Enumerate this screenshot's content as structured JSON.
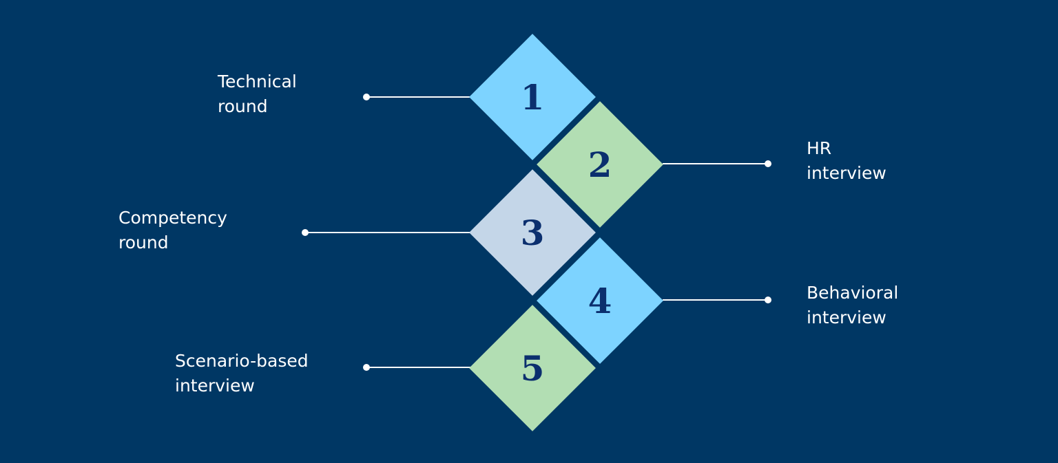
{
  "colors": {
    "background": "#003764",
    "light_blue": "#7dd3ff",
    "light_green": "#b2deb3",
    "grey_blue": "#c4d6e8",
    "number_text": "#0b2f6e",
    "line": "#ffffff"
  },
  "steps": [
    {
      "number": "1",
      "label_line1": "Technical",
      "label_line2": "round",
      "side": "left"
    },
    {
      "number": "2",
      "label_line1": "HR",
      "label_line2": "interview",
      "side": "right"
    },
    {
      "number": "3",
      "label_line1": "Competency",
      "label_line2": "round",
      "side": "left"
    },
    {
      "number": "4",
      "label_line1": "Behavioral",
      "label_line2": "interview",
      "side": "right"
    },
    {
      "number": "5",
      "label_line1": "Scenario-based",
      "label_line2": "interview",
      "side": "left"
    }
  ]
}
